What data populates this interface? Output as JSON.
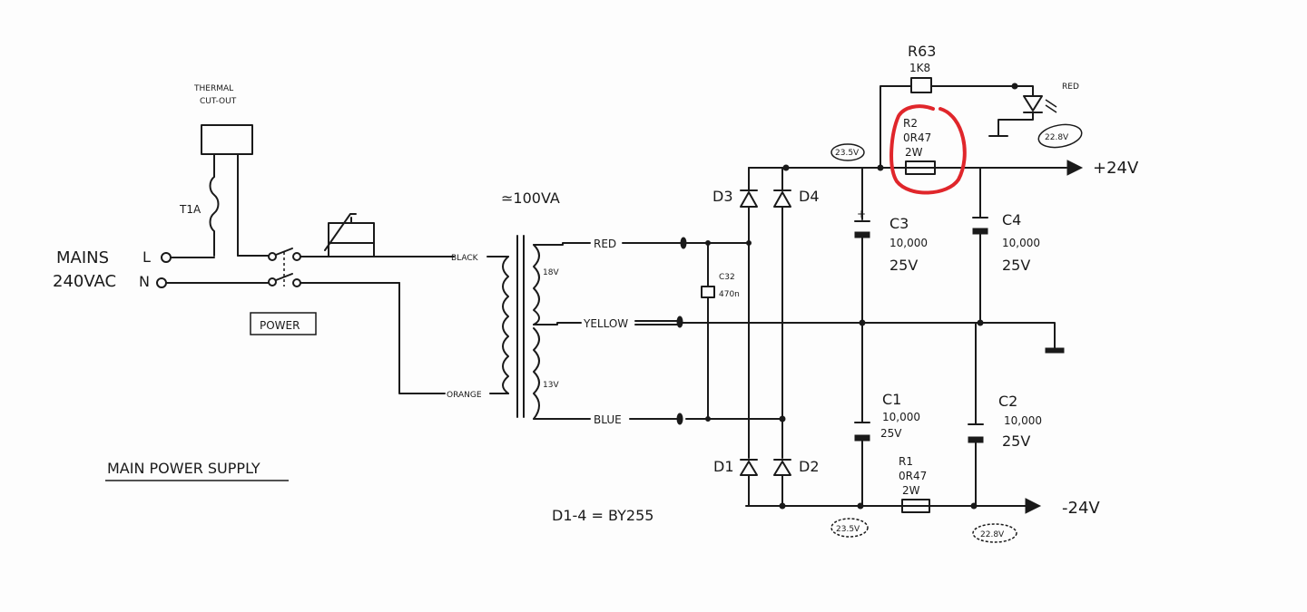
{
  "title": "MAIN POWER SUPPLY",
  "mains": {
    "line1": "MAINS",
    "line2": "240VAC",
    "live": "L",
    "neutral": "N"
  },
  "thermal_cutout": {
    "line1": "THERMAL",
    "line2": "CUT-OUT"
  },
  "fuse": "T1A",
  "power_switch": "POWER",
  "transformer": {
    "rating": "≃100VA",
    "primary_black": "BLACK",
    "primary_orange": "ORANGE",
    "sec1": "18V",
    "sec2": "13V"
  },
  "secondary_wires": {
    "red": "RED",
    "yellow": "YELLOW",
    "blue": "BLUE"
  },
  "diodes": {
    "d1": "D1",
    "d2": "D2",
    "d3": "D3",
    "d4": "D4",
    "note": "D1-4 = BY255"
  },
  "c32": {
    "name": "C32",
    "value": "470n"
  },
  "c3": {
    "name": "C3",
    "value": "10,000",
    "voltage": "25V"
  },
  "c4": {
    "name": "C4",
    "value": "10,000",
    "voltage": "25V"
  },
  "c1": {
    "name": "C1",
    "value": "10,000",
    "voltage": "25V"
  },
  "c2": {
    "name": "C2",
    "value": "10,000",
    "voltage": "25V"
  },
  "r63": {
    "name": "R63",
    "value": "1K8"
  },
  "r2": {
    "name": "R2",
    "value": "0R47",
    "power": "2W"
  },
  "r1": {
    "name": "R1",
    "value": "0R47",
    "power": "2W"
  },
  "led_label": "RED",
  "rails": {
    "positive": "+24V",
    "negative": "-24V"
  },
  "test_points": {
    "tp_pos_in": "23.5V",
    "tp_pos_out": "22.8V",
    "tp_neg_in": "23.5V",
    "tp_neg_out": "22.8V"
  },
  "colors": {
    "ink": "#1a1a1a",
    "highlight": "#e0262b"
  }
}
